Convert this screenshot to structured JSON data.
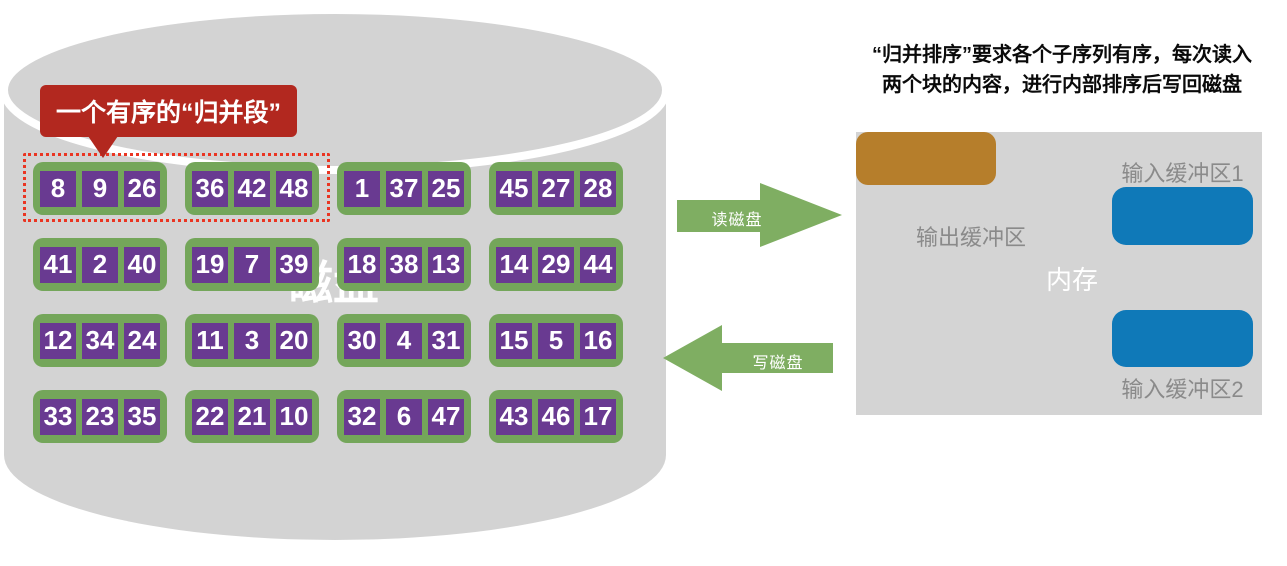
{
  "title": {
    "line1": "“归并排序”要求各个子序列有序，每次读入",
    "line2": "两个块的内容，进行内部排序后写回磁盘"
  },
  "disk": {
    "callout_label": "一个有序的“归并段”",
    "disk_label": "磁盘",
    "blocks": [
      [
        "8",
        "9",
        "26"
      ],
      [
        "36",
        "42",
        "48"
      ],
      [
        "1",
        "37",
        "25"
      ],
      [
        "45",
        "27",
        "28"
      ],
      [
        "41",
        "2",
        "40"
      ],
      [
        "19",
        "7",
        "39"
      ],
      [
        "18",
        "38",
        "13"
      ],
      [
        "14",
        "29",
        "44"
      ],
      [
        "12",
        "34",
        "24"
      ],
      [
        "11",
        "3",
        "20"
      ],
      [
        "30",
        "4",
        "31"
      ],
      [
        "15",
        "5",
        "16"
      ],
      [
        "33",
        "23",
        "35"
      ],
      [
        "22",
        "21",
        "10"
      ],
      [
        "32",
        "6",
        "47"
      ],
      [
        "43",
        "46",
        "17"
      ]
    ]
  },
  "arrows": {
    "read_label": "读磁盘",
    "write_label": "写磁盘"
  },
  "memory": {
    "label": "内存",
    "input_buffer1_label": "输入缓冲区1",
    "output_buffer_label": "输出缓冲区",
    "input_buffer2_label": "输入缓冲区2"
  },
  "colors": {
    "cylinder_gray": "#d3d3d3",
    "memory_gray": "#d4d4d4",
    "block_green": "#74a65a",
    "arrow_green": "#7fae62",
    "cell_purple": "#693a91",
    "callout_red": "#b2281f",
    "dotted_red": "#ea3522",
    "buffer_blue": "#0f79b8",
    "buffer_orange": "#b67e2b",
    "gray_text": "#8a8a8a"
  }
}
